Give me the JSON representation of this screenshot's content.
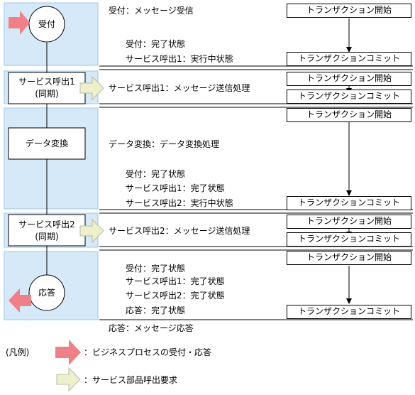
{
  "nodes": {
    "receive": "受付",
    "call1_line1": "サービス呼出1",
    "call1_line2": "(同期)",
    "convert": "データ変換",
    "call2_line1": "サービス呼出2",
    "call2_line2": "(同期)",
    "respond": "応答"
  },
  "notes": {
    "receive_msg": "受付：メッセージ受信",
    "state1_a": "受付：完了状態",
    "state1_b": "サービス呼出1：実行中状態",
    "call1_msg": "サービス呼出1：メッセージ送信処理",
    "convert_msg": "データ変換：データ変換処理",
    "state2_a": "受付：完了状態",
    "state2_b": "サービス呼出1：完了状態",
    "state2_c": "サービス呼出2：実行中状態",
    "call2_msg": "サービス呼出2：メッセージ送信処理",
    "state3_a": "受付：完了状態",
    "state3_b": "サービス呼出1：完了状態",
    "state3_c": "サービス呼出2：完了状態",
    "state3_d": "応答：完了状態",
    "respond_msg": "応答：メッセージ応答"
  },
  "transactions": {
    "start": "トランザクション開始",
    "commit": "トランザクションコミット"
  },
  "legend": {
    "title": "(凡例)",
    "pink_desc": "：ビジネスプロセスの受付・応答",
    "yellow_desc": "：サービス部品呼出要求"
  },
  "colors": {
    "lane_fill": "#d6e9f8",
    "lane_border": "#9ec6e8",
    "pink_arrow": "#f08088",
    "yellow_arrow": "#eef0cc",
    "yellow_border": "#b8bca0"
  }
}
